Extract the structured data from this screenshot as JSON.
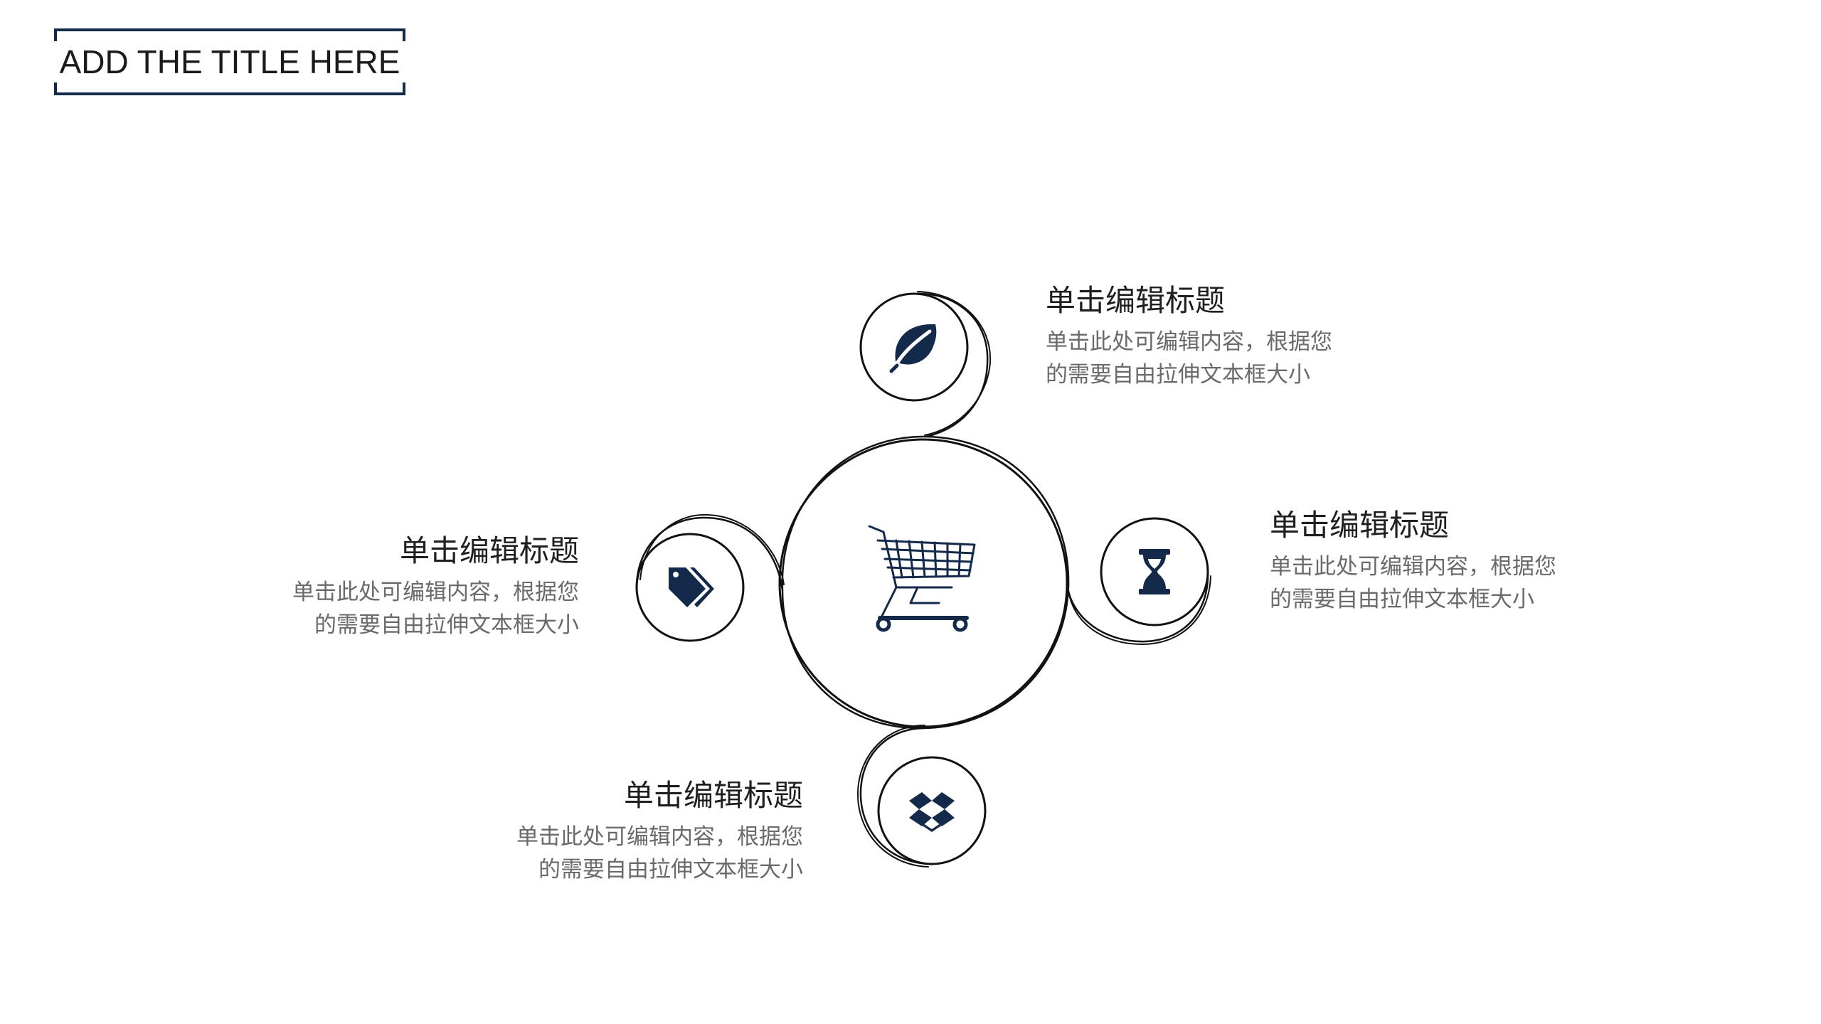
{
  "slide": {
    "title": "ADD THE TITLE HERE"
  },
  "colors": {
    "accent": "#142a4a",
    "stroke": "#111111",
    "heading": "#1f1f1f",
    "body": "#6a6a6a"
  },
  "center": {
    "icon": "shopping-cart-icon"
  },
  "items": [
    {
      "position": "top",
      "icon": "leaf-icon",
      "heading": "单击编辑标题",
      "body_line1": "单击此处可编辑内容，根据您",
      "body_line2": "的需要自由拉伸文本框大小"
    },
    {
      "position": "right",
      "icon": "hourglass-icon",
      "heading": "单击编辑标题",
      "body_line1": "单击此处可编辑内容，根据您",
      "body_line2": "的需要自由拉伸文本框大小"
    },
    {
      "position": "left",
      "icon": "tags-icon",
      "heading": "单击编辑标题",
      "body_line1": "单击此处可编辑内容，根据您",
      "body_line2": "的需要自由拉伸文本框大小"
    },
    {
      "position": "bottom",
      "icon": "dropbox-icon",
      "heading": "单击编辑标题",
      "body_line1": "单击此处可编辑内容，根据您",
      "body_line2": "的需要自由拉伸文本框大小"
    }
  ]
}
